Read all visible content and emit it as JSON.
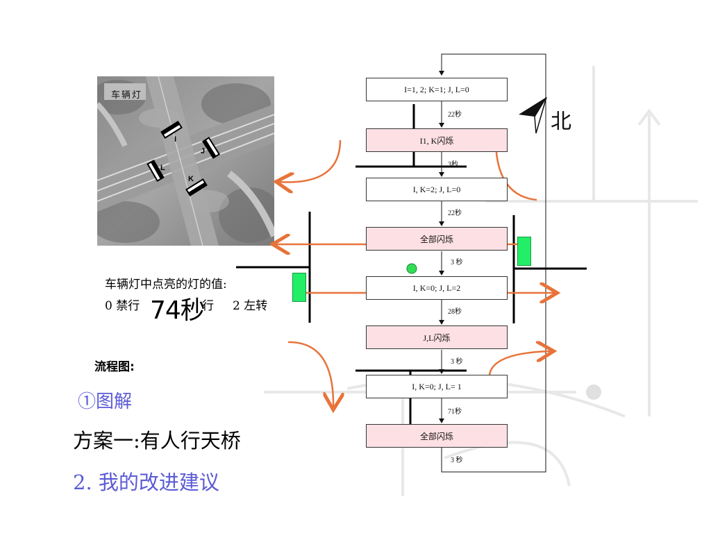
{
  "flowchart": {
    "steps": [
      {
        "label": "I=1, 2; K=1; J, L=0",
        "flash": false
      },
      {
        "label": "I1, K闪烁",
        "flash": true
      },
      {
        "label": "I, K=2; J, L=0",
        "flash": false
      },
      {
        "label": "全部闪烁",
        "flash": true
      },
      {
        "label": "I, K=0; J, L=2",
        "flash": false
      },
      {
        "label": "J,L闪烁",
        "flash": true
      },
      {
        "label": "I, K=0; J, L= 1",
        "flash": false
      },
      {
        "label": "全部闪烁",
        "flash": true
      }
    ],
    "durations": [
      "22秒",
      "3秒",
      "22秒",
      "3 秒",
      "28秒",
      "3 秒",
      "71秒",
      "3 秒"
    ]
  },
  "photo": {
    "label": "车辆灯",
    "lamps": [
      "I",
      "J",
      "L",
      "K"
    ]
  },
  "north_label": "北",
  "notes": {
    "line1": "车辆灯中点亮的灯的值:",
    "line2": "0 禁行",
    "line2b": "行",
    "line2c": "2 左转",
    "overlay": "74秒"
  },
  "flow_title": "流程图:",
  "item_diagram": "①图解",
  "item_plan": "方案一:有人行天桥",
  "item_suggestion": "2. 我的改进建议",
  "colors": {
    "flash_fill": "#fde0e4",
    "arrow_orange": "#e8733a",
    "blue_text": "#5b5bd6",
    "green": "#22ee66"
  }
}
